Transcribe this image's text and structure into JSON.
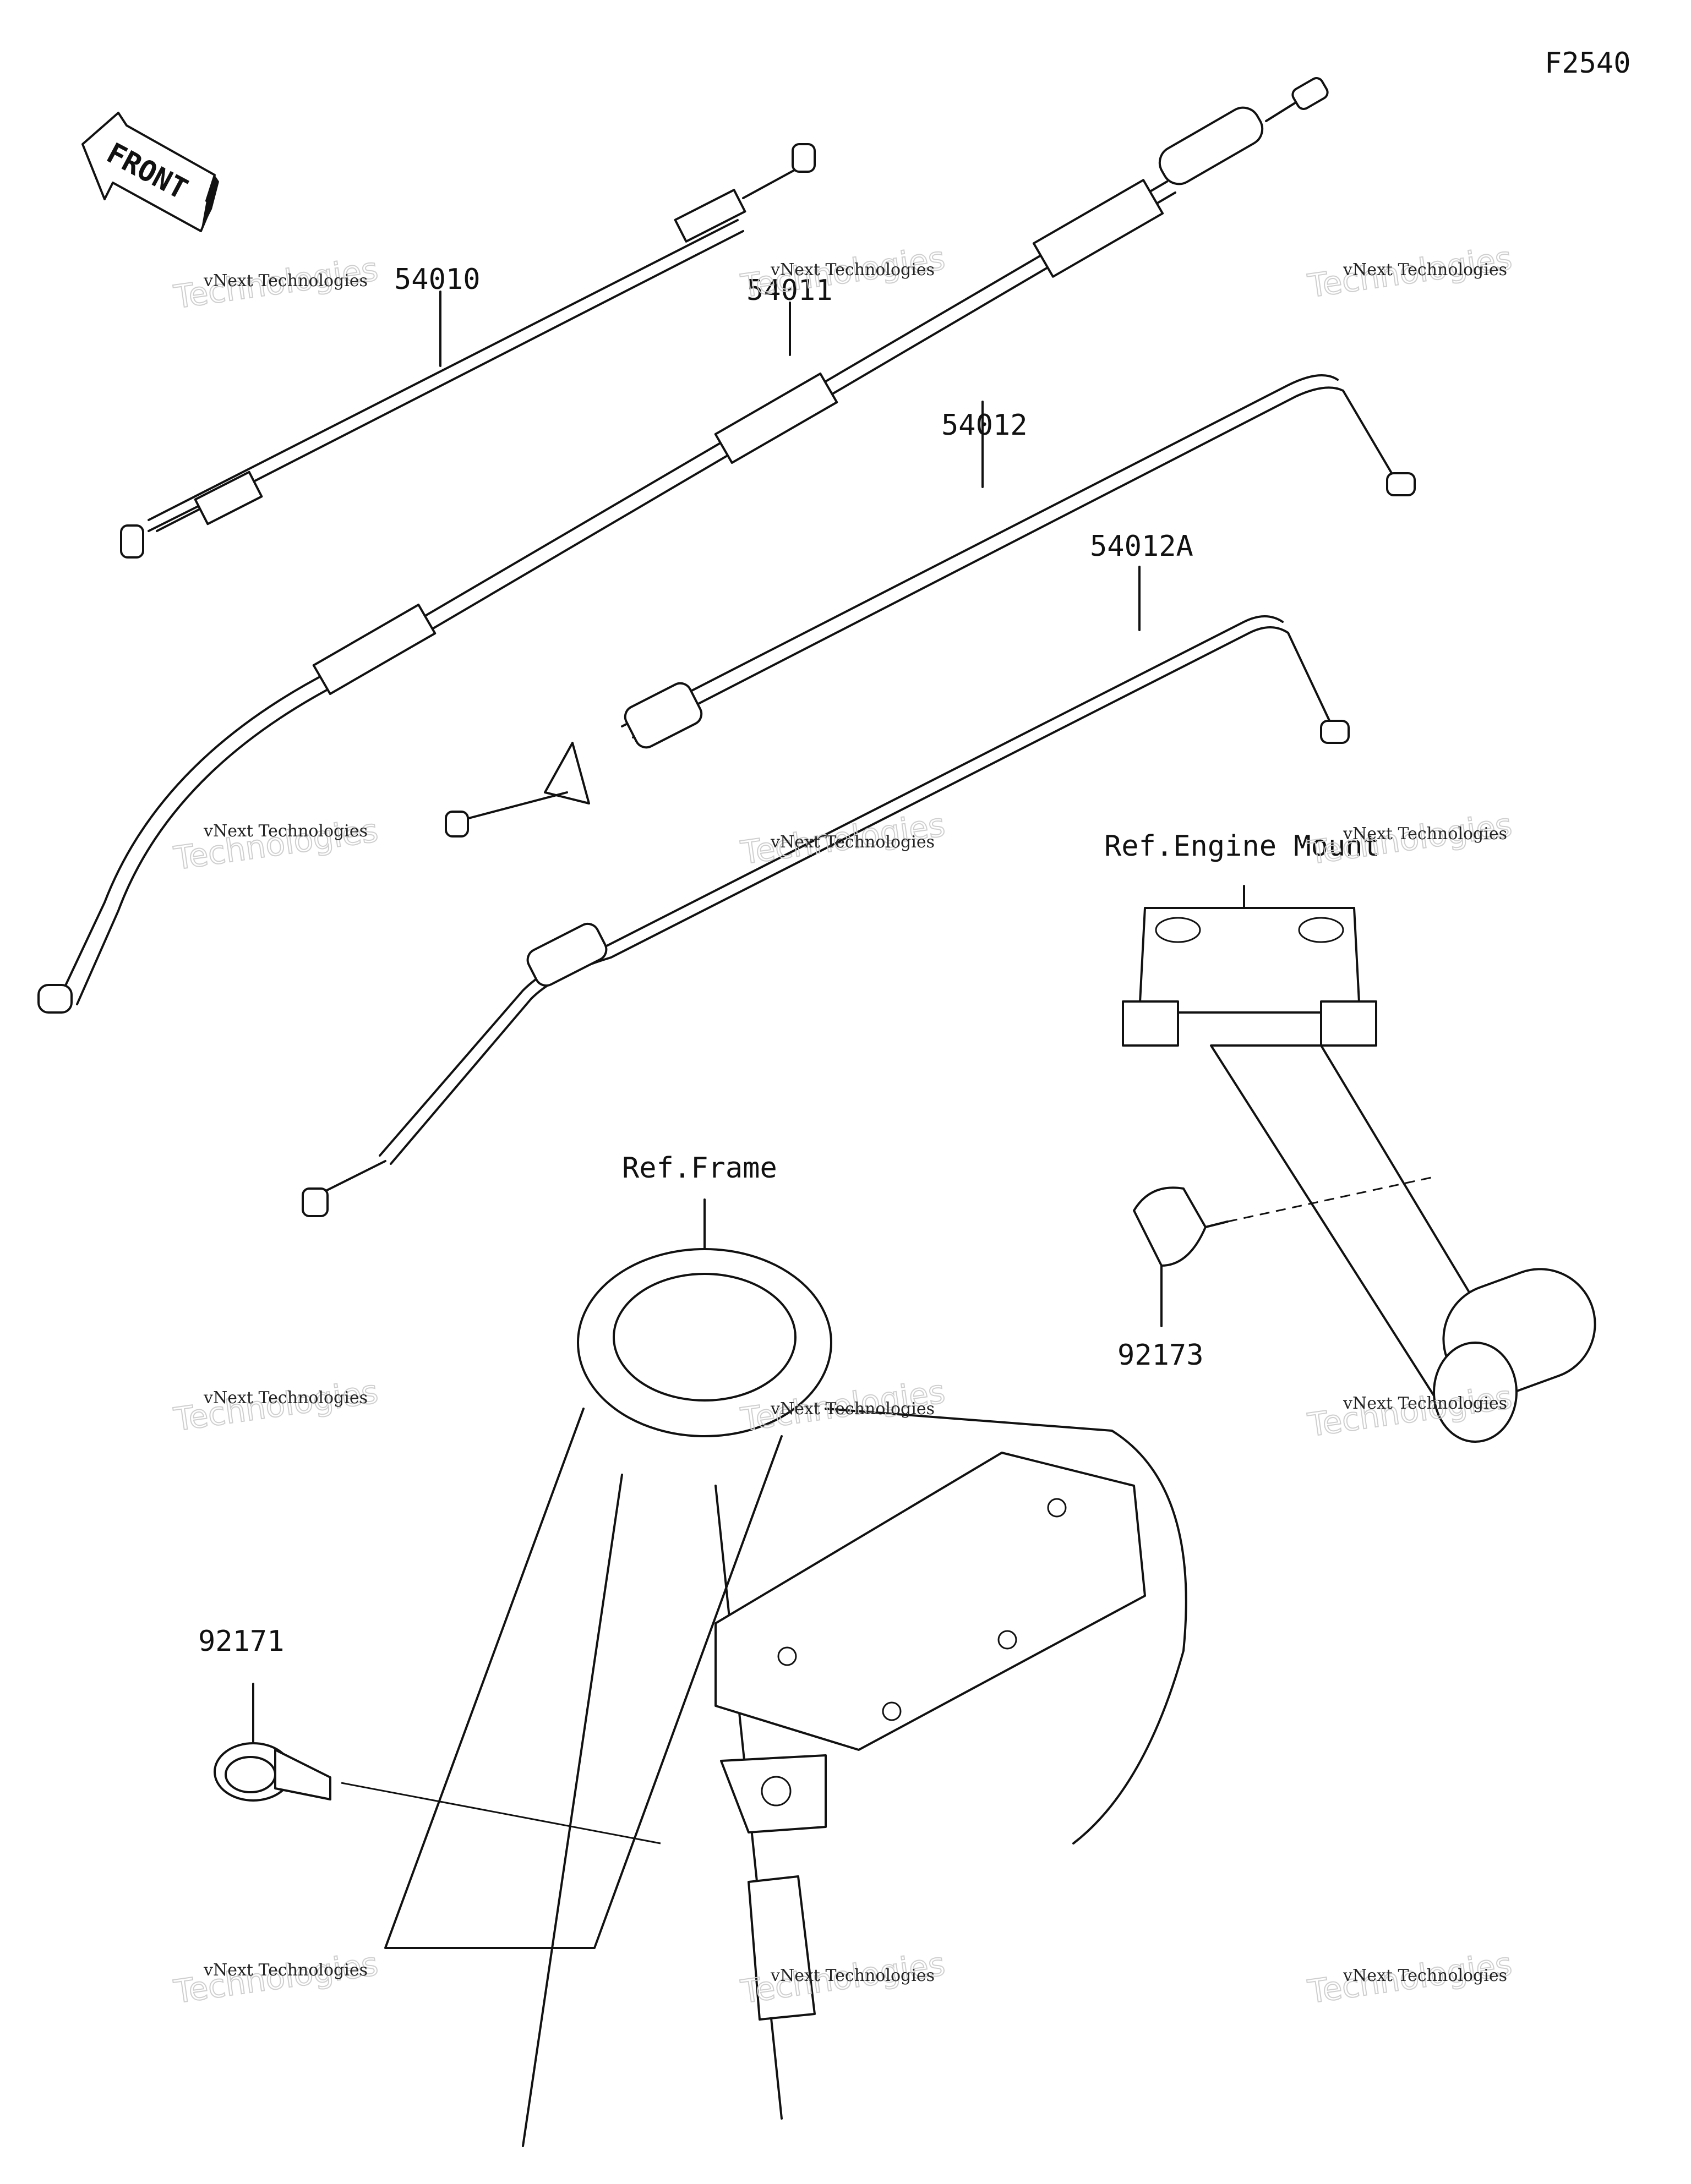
{
  "figure_code": "F2540",
  "front_arrow_text": "FRONT",
  "parts": [
    {
      "id": "p1",
      "number": "54010"
    },
    {
      "id": "p2",
      "number": "54011"
    },
    {
      "id": "p3",
      "number": "54012"
    },
    {
      "id": "p4",
      "number": "54012A"
    },
    {
      "id": "p5",
      "number": "92173"
    },
    {
      "id": "p6",
      "number": "92171"
    }
  ],
  "references": {
    "engine_mount": "Ref.Engine Mount",
    "frame": "Ref.Frame"
  },
  "watermark": {
    "line1": "vNext Technologies",
    "line2": "Technologies",
    "overlay": "vNext"
  }
}
